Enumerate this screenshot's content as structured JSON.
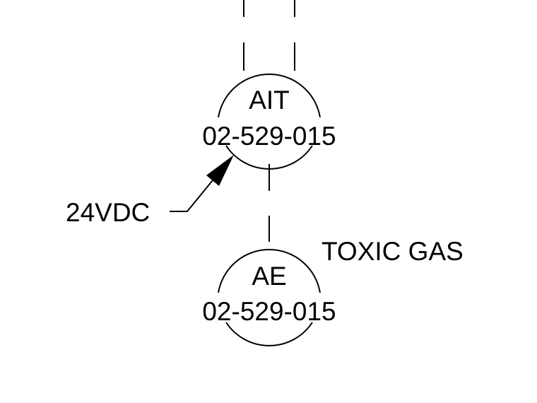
{
  "instruments": [
    {
      "function": "AIT",
      "tag": "02-529-015"
    },
    {
      "function": "AE",
      "tag": "02-529-015"
    }
  ],
  "power_label": "24VDC",
  "service_label": "TOXIC GAS",
  "colors": {
    "line": "#000000",
    "background": "#ffffff"
  }
}
